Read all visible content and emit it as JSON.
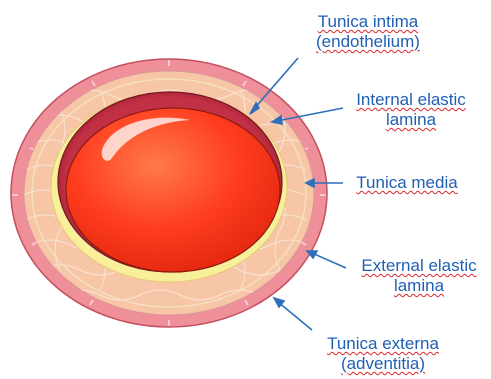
{
  "labels": {
    "tunica_intima": {
      "line1": "Tunica intima",
      "line2": "(endothelium)"
    },
    "internal_elastic_lamina": {
      "line1": "Internal elastic",
      "line2": "lamina"
    },
    "tunica_media": {
      "line1": "Tunica media"
    },
    "external_elastic_lamina": {
      "line1": "External elastic",
      "line2": "lamina"
    },
    "tunica_externa": {
      "line1": "Tunica externa",
      "line2": "(adventitia)"
    }
  },
  "colors": {
    "label_text": "#1f5fb4",
    "spellcheck_underline": "#d9272e",
    "arrow": "#2f6fba",
    "tunica_externa": "#ef8f9a",
    "tunica_media": "#f6c6a6",
    "elastic_lamina": "#f7ef9a",
    "endothelium_rim": "#b8263b",
    "lumen_blood": "#ff3d1e"
  }
}
